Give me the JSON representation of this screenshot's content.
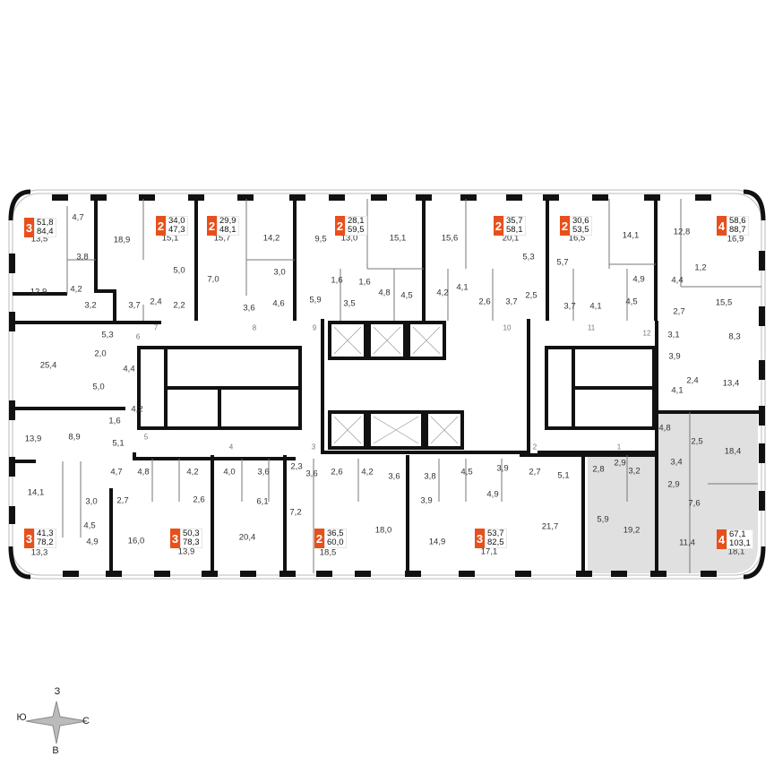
{
  "colors": {
    "accent": "#e8501b",
    "highlight": "#e0e0e0",
    "wall": "#111111"
  },
  "apartments": [
    {
      "rooms": "3",
      "living": "51,8",
      "total": "84,4"
    },
    {
      "rooms": "2",
      "living": "34,0",
      "total": "47,3"
    },
    {
      "rooms": "2",
      "living": "29,9",
      "total": "48,1"
    },
    {
      "rooms": "2",
      "living": "28,1",
      "total": "59,5"
    },
    {
      "rooms": "2",
      "living": "35,7",
      "total": "58,1"
    },
    {
      "rooms": "2",
      "living": "30,6",
      "total": "53,5"
    },
    {
      "rooms": "4",
      "living": "58,6",
      "total": "88,7"
    },
    {
      "rooms": "3",
      "living": "41,3",
      "total": "78,2"
    },
    {
      "rooms": "3",
      "living": "50,3",
      "total": "78,3"
    },
    {
      "rooms": "2",
      "living": "36,5",
      "total": "60,0"
    },
    {
      "rooms": "3",
      "living": "53,7",
      "total": "82,5"
    },
    {
      "rooms": "4",
      "living": "67,1",
      "total": "103,1",
      "highlighted": true
    }
  ],
  "room_areas": [
    "13,5",
    "4,7",
    "3,8",
    "4,2",
    "12,9",
    "3,2",
    "3,7",
    "2,4",
    "2,2",
    "18,9",
    "15,1",
    "5,0",
    "7,0",
    "15,7",
    "14,2",
    "3,0",
    "3,6",
    "4,6",
    "9,5",
    "13,0",
    "5,9",
    "1,6",
    "1,6",
    "3,5",
    "4,8",
    "4,5",
    "15,1",
    "15,6",
    "4,1",
    "4,2",
    "2,6",
    "3,7",
    "2,5",
    "20,1",
    "5,3",
    "5,7",
    "16,5",
    "3,7",
    "4,1",
    "14,1",
    "4,9",
    "4,5",
    "12,8",
    "1,2",
    "4,4",
    "2,7",
    "16,9",
    "15,5",
    "5,3",
    "2,0",
    "4,4",
    "5,0",
    "25,4",
    "4,2",
    "1,6",
    "13,9",
    "8,9",
    "5,1",
    "3,1",
    "8,3",
    "3,9",
    "2,4",
    "4,1",
    "13,4",
    "4,8",
    "2,5",
    "18,4",
    "4,7",
    "4,8",
    "4,2",
    "4,0",
    "3,6",
    "2,3",
    "3,6",
    "2,6",
    "4,2",
    "3,6",
    "3,8",
    "4,5",
    "3,9",
    "2,7",
    "5,1",
    "2,8",
    "2,9",
    "3,2",
    "3,4",
    "2,9",
    "7,6",
    "3,0",
    "2,7",
    "14,1",
    "2,6",
    "6,1",
    "7,2",
    "4,5",
    "4,9",
    "16,0",
    "13,3",
    "20,4",
    "13,9",
    "18,5",
    "18,0",
    "3,9",
    "4,9",
    "14,9",
    "17,1",
    "21,7",
    "5,9",
    "19,2",
    "11,4",
    "18,1"
  ],
  "door_numbers": [
    "7",
    "8",
    "9",
    "6",
    "10",
    "11",
    "12",
    "5",
    "4",
    "3",
    "2",
    "1"
  ],
  "compass": {
    "north": "З",
    "south": "В",
    "west": "Ю",
    "east": "С"
  }
}
